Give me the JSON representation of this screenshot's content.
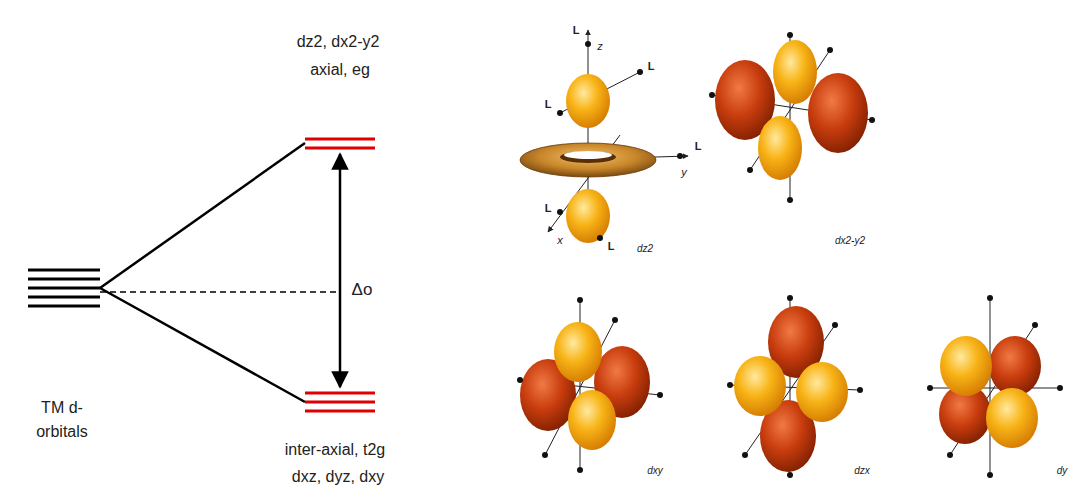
{
  "diagram": {
    "labels": [
      "dz2, dx2-y2",
      "axial, eg",
      "Δo",
      "TM d-orbitals",
      "inter-axial, t2g",
      "dxz, dyz, dxy",
      "L",
      "z",
      "L",
      "L",
      "L",
      "y",
      "L",
      "x",
      "L",
      "dz2",
      "dx2-y2",
      "dxy",
      "dzx",
      "dy"
    ]
  }
}
